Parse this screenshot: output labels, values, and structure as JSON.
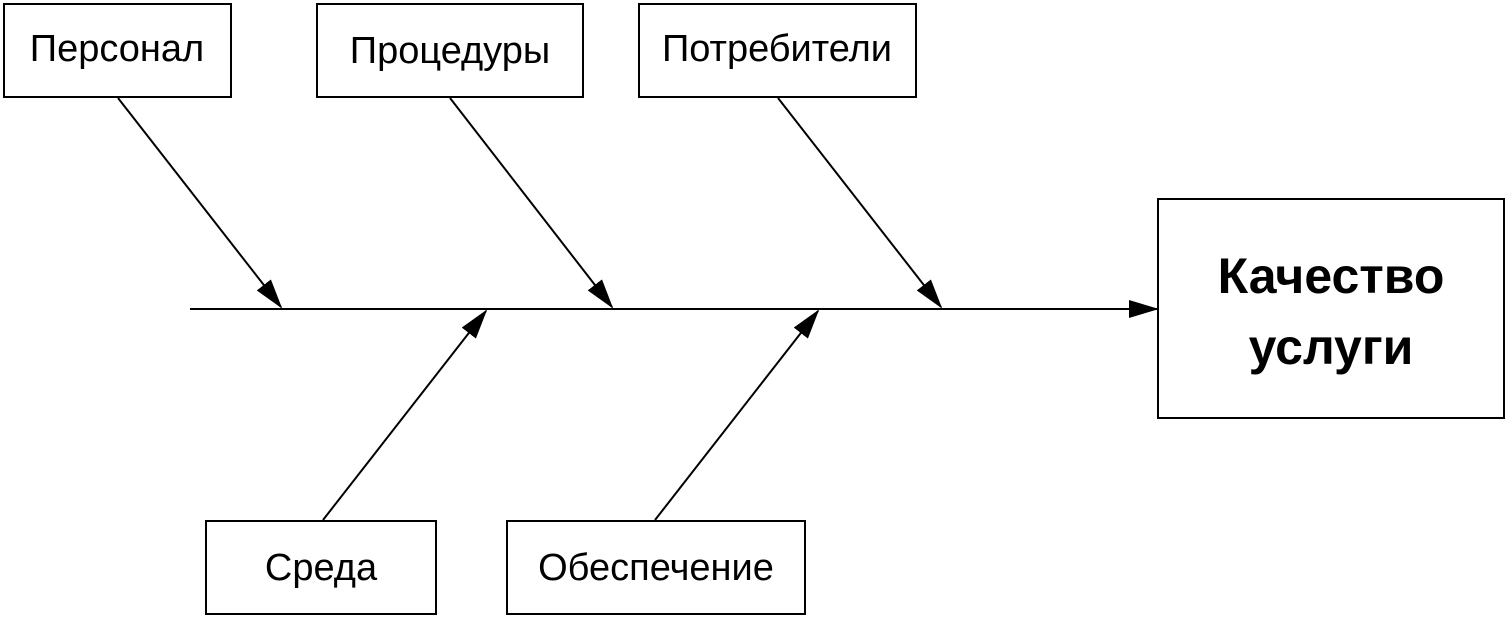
{
  "diagram": {
    "causes_top": [
      "Персонал",
      "Процедуры",
      "Потребители"
    ],
    "causes_bottom": [
      "Среда",
      "Обеспечение"
    ],
    "effect": {
      "line1": "Качество",
      "line2": "услуги"
    }
  }
}
